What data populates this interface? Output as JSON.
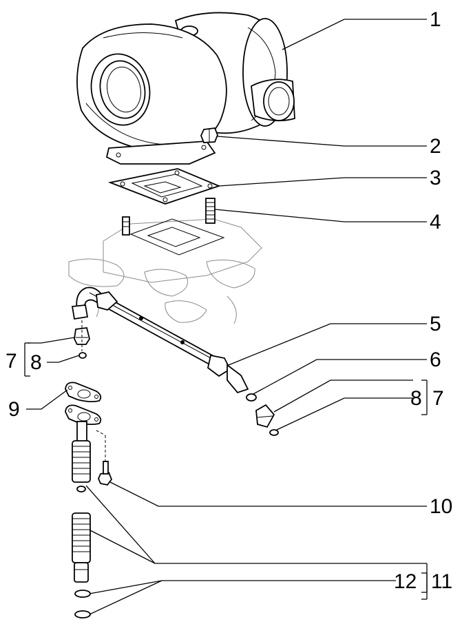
{
  "callouts": {
    "c1": "1",
    "c2": "2",
    "c3": "3",
    "c4": "4",
    "c5": "5",
    "c6": "6",
    "c7_left": "7",
    "c8_left": "8",
    "c8_right": "8",
    "c7_right": "7",
    "c9": "9",
    "c10": "10",
    "c12": "12",
    "c11": "11"
  }
}
